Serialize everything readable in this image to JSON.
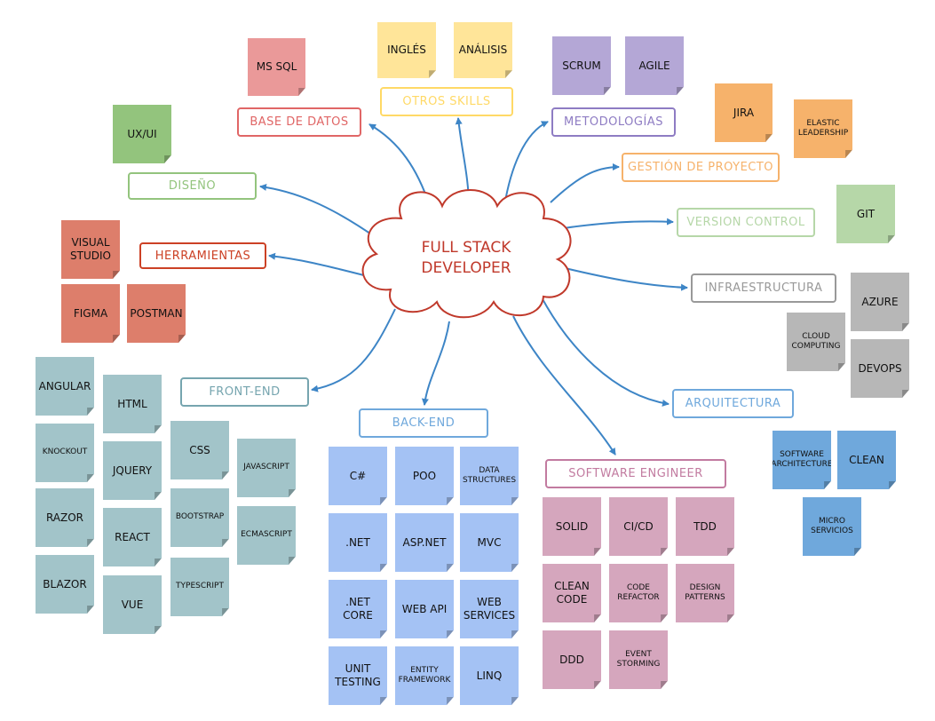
{
  "center": {
    "line1": "FULL STACK",
    "line2": "DEVELOPER"
  },
  "branches": [
    {
      "key": "base_datos",
      "label": "BASE DE DATOS",
      "color": "#e06666"
    },
    {
      "key": "otros_skills",
      "label": "OTROS SKILLS",
      "color": "#ffd966"
    },
    {
      "key": "metodologias",
      "label": "METODOLOGÍAS",
      "color": "#8e7cc3"
    },
    {
      "key": "gestion",
      "label": "GESTIÓN DE PROYECTO",
      "color": "#f6b26b"
    },
    {
      "key": "version",
      "label": "VERSION CONTROL",
      "color": "#b6d7a8"
    },
    {
      "key": "infra",
      "label": "INFRAESTRUCTURA",
      "color": "#999999"
    },
    {
      "key": "arquitectura",
      "label": "ARQUITECTURA",
      "color": "#6fa8dc"
    },
    {
      "key": "software_engineer",
      "label": "SOFTWARE ENGINEER",
      "color": "#c27ba0"
    },
    {
      "key": "back_end",
      "label": "BACK-END",
      "color": "#6fa8dc"
    },
    {
      "key": "front_end",
      "label": "FRONT-END",
      "color": "#76a5af"
    },
    {
      "key": "herramientas",
      "label": "HERRAMIENTAS",
      "color": "#cc4125"
    },
    {
      "key": "diseno",
      "label": "DISEÑO",
      "color": "#93c47d"
    }
  ],
  "notes": {
    "base_datos": [
      "MS SQL"
    ],
    "otros_skills": [
      "INGLÉS",
      "ANÁLISIS"
    ],
    "metodologias": [
      "SCRUM",
      "AGILE"
    ],
    "gestion": [
      "JIRA",
      "ELASTIC\nLEADERSHIP"
    ],
    "version": [
      "GIT"
    ],
    "infra": [
      "AZURE",
      "CLOUD\nCOMPUTING",
      "DEVOPS"
    ],
    "arquitectura": [
      "SOFTWARE\nARCHITECTURE",
      "CLEAN",
      "MICRO\nSERVICIOS"
    ],
    "software_engineer": [
      "SOLID",
      "CI/CD",
      "TDD",
      "CLEAN\nCODE",
      "CODE\nREFACTOR",
      "DESIGN\nPATTERNS",
      "DDD",
      "EVENT\nSTORMING"
    ],
    "back_end": [
      "C#",
      "POO",
      "DATA\nSTRUCTURES",
      ".NET",
      "ASP.NET",
      "MVC",
      ".NET\nCORE",
      "WEB API",
      "WEB\nSERVICES",
      "UNIT\nTESTING",
      "ENTITY\nFRAMEWORK",
      "LINQ"
    ],
    "front_end": [
      "ANGULAR",
      "HTML",
      "KNOCKOUT",
      "JQUERY",
      "CSS",
      "JAVASCRIPT",
      "RAZOR",
      "REACT",
      "BOOTSTRAP",
      "ECMASCRIPT",
      "BLAZOR",
      "VUE",
      "TYPESCRIPT"
    ],
    "herramientas": [
      "VISUAL\nSTUDIO",
      "FIGMA",
      "POSTMAN"
    ],
    "diseno": [
      "UX/UI"
    ]
  },
  "note_colors": {
    "base_datos": "#ea9999",
    "otros_skills": "#ffe599",
    "metodologias": "#b4a7d6",
    "gestion": "#f6b26b",
    "version": "#b6d7a8",
    "infra": "#b7b7b7",
    "arquitectura": "#6fa8dc",
    "software_engineer": "#d5a6bd",
    "back_end": "#a4c2f4",
    "front_end": "#a2c4c9",
    "herramientas": "#dd7e6b",
    "diseno": "#93c47d"
  },
  "edge_color": "#3d85c6",
  "center_outline_color": "#c0392b"
}
